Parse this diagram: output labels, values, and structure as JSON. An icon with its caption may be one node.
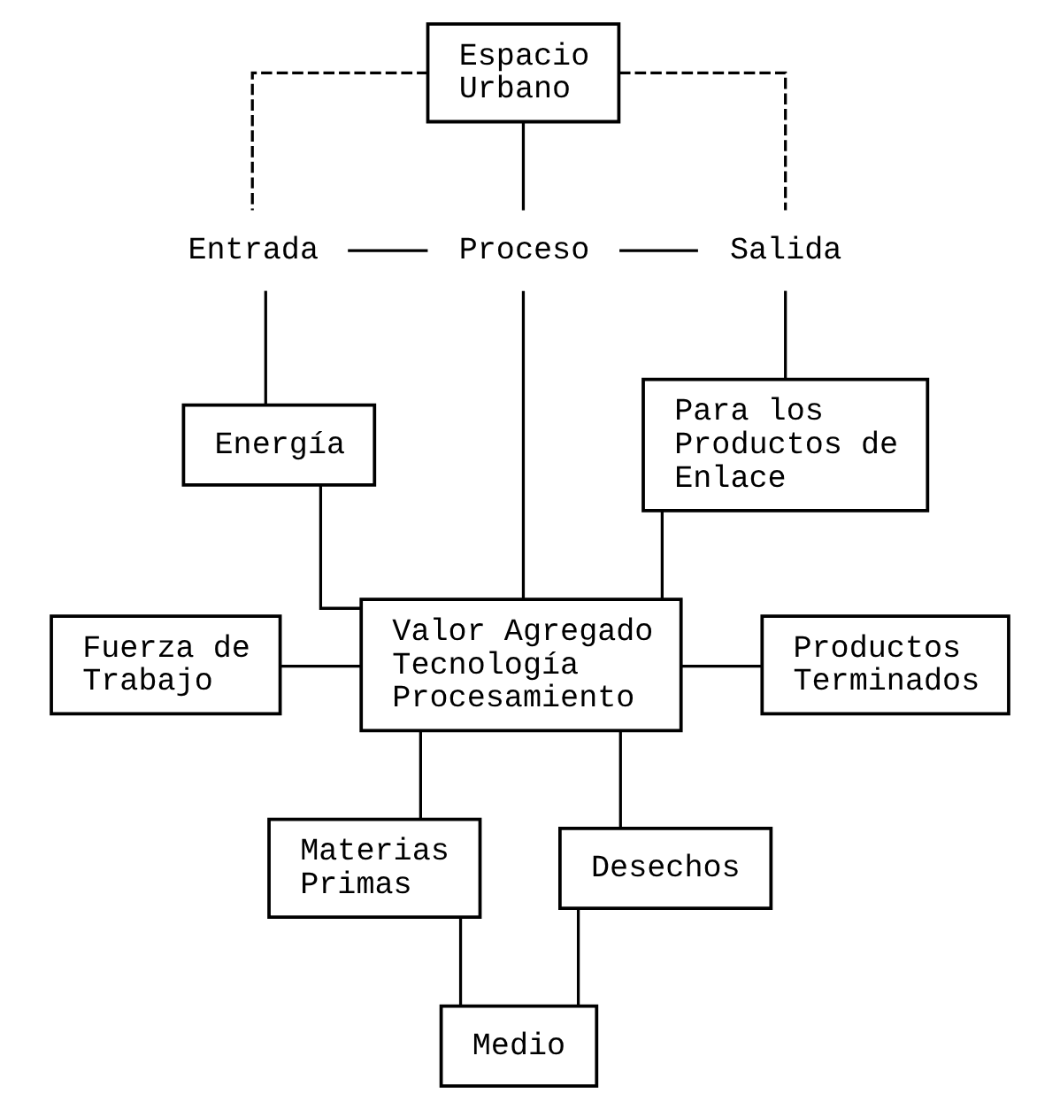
{
  "diagram": {
    "nodes": [
      {
        "text": [
          "Espacio Urbano"
        ]
      },
      {
        "text": [
          "Entrada"
        ]
      },
      {
        "text": [
          "Proceso"
        ]
      },
      {
        "text": [
          "Salida"
        ]
      },
      {
        "text": [
          "Energía"
        ]
      },
      {
        "text": [
          "Para los Productos de Enlace"
        ]
      },
      {
        "text": [
          "Fuerza de Trabajo"
        ]
      },
      {
        "text": [
          "Valor Agregado Tecnología Procesamiento"
        ]
      },
      {
        "text": [
          "Productos Terminados"
        ]
      },
      {
        "text": [
          "Materias Primas"
        ]
      },
      {
        "text": [
          "Desechos"
        ]
      },
      {
        "text": [
          "Medio"
        ]
      }
    ],
    "edges": [
      {
        "from": 0,
        "to": 1,
        "arrow": "none",
        "style": "dashed"
      },
      {
        "from": 0,
        "to": 2,
        "arrow": "none"
      },
      {
        "from": 0,
        "to": 3,
        "arrow": "none",
        "style": "dashed"
      },
      {
        "from": 1,
        "to": 2,
        "arrow": "none"
      },
      {
        "from": 2,
        "to": 3,
        "arrow": "none"
      },
      {
        "from": 1,
        "to": 4,
        "arrow": "none"
      },
      {
        "from": 3,
        "to": 5,
        "arrow": "none"
      },
      {
        "from": 4,
        "to": 7,
        "arrow": "none"
      },
      {
        "from": 2,
        "to": 7,
        "arrow": "none"
      },
      {
        "from": 5,
        "to": 7,
        "arrow": "none"
      },
      {
        "from": 6,
        "to": 7,
        "arrow": "none"
      },
      {
        "from": 7,
        "to": 8,
        "arrow": "none"
      },
      {
        "from": 7,
        "to": 9,
        "arrow": "none"
      },
      {
        "from": 7,
        "to": 10,
        "arrow": "none"
      },
      {
        "from": 9,
        "to": 11,
        "arrow": "none"
      },
      {
        "from": 10,
        "to": 11,
        "arrow": "none"
      }
    ]
  }
}
